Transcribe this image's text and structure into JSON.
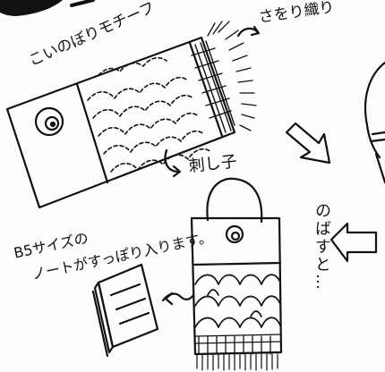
{
  "annotations": {
    "koinobori_motif": "こいのぼりモチーフ",
    "saori_weaving": "さをり織り",
    "sashiko": "刺し子",
    "b5_size_line1": "B5サイズの",
    "b5_size_line2": "ノートがすっぽり入ります。",
    "when_stretched": "のばすと…"
  },
  "colors": {
    "ink": "#111111",
    "paper": "#fdfdfb"
  }
}
